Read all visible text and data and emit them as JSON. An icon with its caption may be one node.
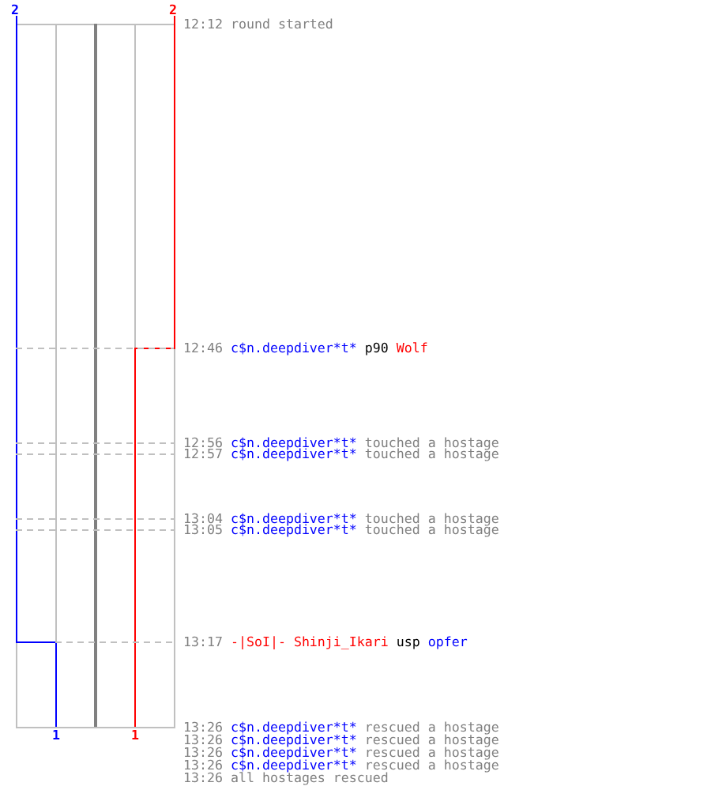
{
  "diagram": {
    "labels": [
      "2",
      "2",
      "12:12",
      "round started",
      "12:46",
      "c$n.deepdiver*t*",
      "p90",
      "Wolf",
      "12:56",
      "c$n.deepdiver*t*",
      "touched a hostage",
      "12:57",
      "c$n.deepdiver*t*",
      "touched a hostage",
      "13:04",
      "c$n.deepdiver*t*",
      "touched a hostage",
      "13:05",
      "c$n.deepdiver*t*",
      "touched a hostage",
      "13:17",
      "-|SoI|- Shinji_Ikari",
      "usp",
      "opfer",
      "13:26",
      "c$n.deepdiver*t*",
      "rescued a hostage",
      "13:26",
      "c$n.deepdiver*t*",
      "rescued a hostage",
      "13:26",
      "c$n.deepdiver*t*",
      "rescued a hostage",
      "13:26",
      "c$n.deepdiver*t*",
      "rescued a hostage",
      "13:26",
      "all hostages rescued",
      "1",
      "1"
    ]
  }
}
